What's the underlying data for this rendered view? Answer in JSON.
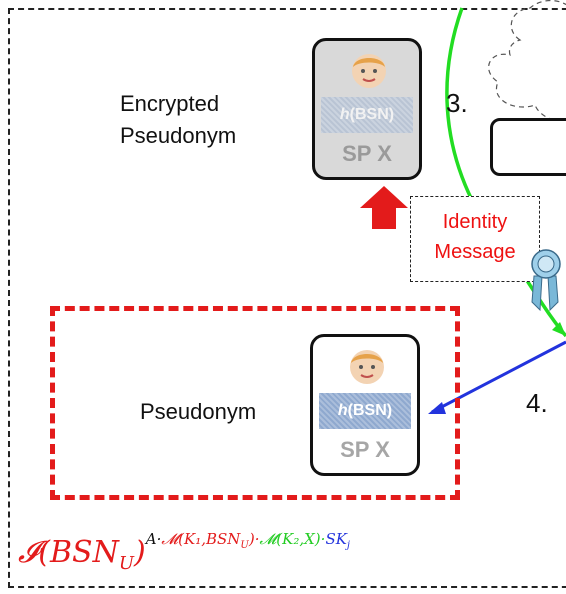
{
  "labels": {
    "encrypted_line1": "Encrypted",
    "encrypted_line2": "Pseudonym",
    "pseudonym": "Pseudonym",
    "step3": "3.",
    "step4": "4."
  },
  "identity_message": {
    "line1": "Identity",
    "line2": "Message"
  },
  "card_top": {
    "hash_fn": "h",
    "hash_arg": "(BSN)",
    "sp": "SP X"
  },
  "card_bottom": {
    "hash_fn": "h",
    "hash_arg": "(BSN)",
    "sp": "SP X"
  },
  "formula": {
    "base": "𝓘(BSN",
    "base_sub": "U",
    "base_close": ")",
    "sup_a": "A·",
    "sup_m1": "𝓜(K₁,BSN",
    "sup_m1_sub": "U",
    "sup_m1_close": ")·",
    "sup_m2": "𝓜(K₂,X)·",
    "sup_sk": "SK",
    "sup_sk_sub": "j"
  },
  "colors": {
    "red": "#e31b1b",
    "green": "#22dd22",
    "blue": "#2233dd",
    "ribbon": "#7ab8d8",
    "hash_blue": "#8fa9cf"
  },
  "icons": [
    "baby-face-icon",
    "red-arrow-up-icon",
    "ribbon-badge-icon",
    "cloud-icon"
  ]
}
